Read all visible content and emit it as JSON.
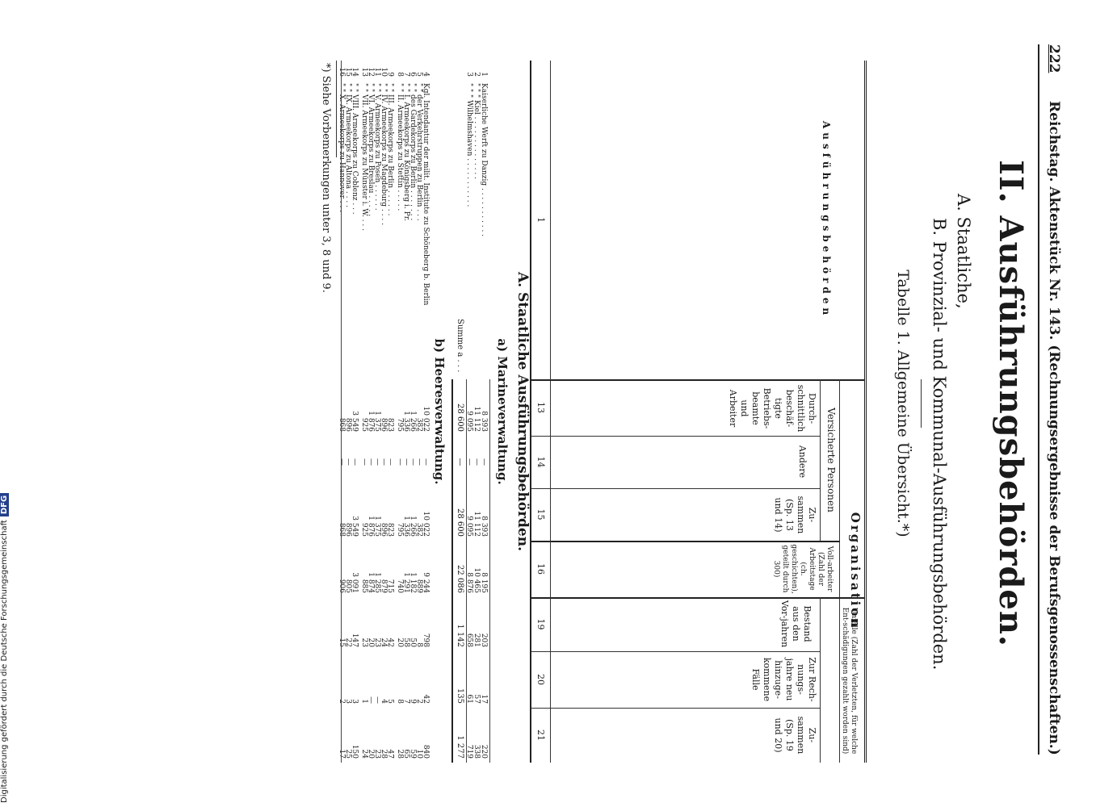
{
  "page_number": "222",
  "running_head": "Reichstag. Aktenstück Nr. 143. (Rechnungsergebnisse der Berufsgenossenschaften.)",
  "section_title": "II. Ausführungsbehörden.",
  "subsection_a": "A. Staatliche,",
  "subsection_b": "B. Provinzial- und Kommunal-Ausführungsbehörden.",
  "table_title": "Tabelle 1. Allgemeine Übersicht.*)",
  "header": {
    "first_col": "Ausführungsbehörden",
    "organisation": "Organisation",
    "versicherte": "Versicherte Personen",
    "col13": "Durch-schnittlich beschäf-tigte Betriebs-beamte und Arbeiter",
    "col14": "Andere",
    "col15": "Zu-sammen (Sp. 13 und 14)",
    "col16": "Voll-arbeiter (Zahl der Arbeitstage (ch. geschichten), geteilt durch 300)",
    "unfaelle": "Unfälle (Zahl der Verletzten, für welche Ent-schädigungen gezahlt worden sind)",
    "col19": "Bestand aus den Vor-jahren",
    "col20": "Zur Rech-nungs-jahre neu hinzuge-kommene Fälle",
    "col21": "Zu-sammen (Sp. 19 und 20)",
    "numbers": [
      "1",
      "13",
      "14",
      "15",
      "16",
      "19",
      "20",
      "21"
    ]
  },
  "group_a_title": "A. Staatliche Ausführungsbehörden.",
  "subgroup_a_title": "a) Marineverwaltung.",
  "subgroup_b_title": "b) Heeresverwaltung.",
  "marine_rows": [
    {
      "nr": "1",
      "name": "Kaiserliche Werft zu Danzig . . . . . . . . . . .",
      "c13": "8 393",
      "c14": "—",
      "c15": "8 393",
      "c16": "8 195",
      "c19": "203",
      "c20": "17",
      "c21": "220"
    },
    {
      "nr": "2",
      "name": "\" \" \" Kiel . . . . . . . . . . . . . .",
      "c13": "11 112",
      "c14": "—",
      "c15": "11 112",
      "c16": "10 465",
      "c19": "281",
      "c20": "57",
      "c21": "338"
    },
    {
      "nr": "3",
      "name": "\" \" \" Wilhelmshaven . . . . . . . . . . .",
      "c13": "9 095",
      "c14": "—",
      "c15": "9 095",
      "c16": "8 876",
      "c19": "658",
      "c20": "61",
      "c21": "719"
    }
  ],
  "marine_sum": {
    "label": "Summe a . . .",
    "c13": "28 600",
    "c14": "—",
    "c15": "28 600",
    "c16": "22 086",
    "c19": "1 142",
    "c20": "135",
    "c21": "1 277"
  },
  "heer_rows": [
    {
      "nr": "4",
      "name": "Kgl. Intendantur der milit. Institute zu Schöneberg b. Berlin",
      "c13": "10 022",
      "c14": "—",
      "c15": "10 022",
      "c16": "9 244",
      "c19": "798",
      "c20": "42",
      "c21": "840"
    },
    {
      "nr": "5",
      "name": "\" \" der Verkehrstruppen zu Berlin . . .",
      "c13": "382",
      "c14": "—",
      "c15": "382",
      "c16": "889",
      "c19": "8",
      "c20": "2",
      "c21": "10"
    },
    {
      "nr": "6",
      "name": "\" \" des Gardekorps zu Berlin . . . . . . .",
      "c13": "1 266",
      "c14": "—",
      "c15": "1 266",
      "c16": "1 182",
      "c19": "50",
      "c20": "9",
      "c21": "59"
    },
    {
      "nr": "7",
      "name": "\" \" I. Armeekorps zu Königsberg i. Pr.",
      "c13": "1 336",
      "c14": "—",
      "c15": "1 336",
      "c16": "1 291",
      "c19": "58",
      "c20": "7",
      "c21": "65"
    },
    {
      "nr": "8",
      "name": "\" \" II. Armeekorps zu Stettin . . . . .",
      "c13": "795",
      "c14": "—",
      "c15": "795",
      "c16": "740",
      "c19": "20",
      "c20": "8",
      "c21": "28"
    },
    {
      "nr": "9",
      "name": "\" \" III. Armeekorps zu Berlin . . . . . .",
      "c13": "823",
      "c14": "—",
      "c15": "823",
      "c16": "715",
      "c19": "42",
      "c20": "5",
      "c21": "47"
    },
    {
      "nr": "10",
      "name": "\" \" IV. Armeekorps zu Magdeburg . . . .",
      "c13": "896",
      "c14": "—",
      "c15": "896",
      "c16": "879",
      "c19": "24",
      "c20": "4",
      "c21": "28"
    },
    {
      "nr": "11",
      "name": "\" \" V. Armeekorps zu Posen . . . . . .",
      "c13": "1 375",
      "c14": "—",
      "c15": "1 375",
      "c16": "1 285",
      "c19": "23",
      "c20": "—",
      "c21": "23"
    },
    {
      "nr": "12",
      "name": "\" \" VI. Armeekorps zu Breslau . . . . .",
      "c13": "1 876",
      "c14": "—",
      "c15": "1 876",
      "c16": "1 874",
      "c19": "20",
      "c20": "—",
      "c21": "20"
    },
    {
      "nr": "13",
      "name": "\" \" VII. Armeekorps zu Münster i. W. . . .",
      "c13": "925",
      "c14": "—",
      "c15": "925",
      "c16": "885",
      "c19": "23",
      "c20": "1",
      "c21": "24"
    },
    {
      "nr": "14",
      "name": "\" \" VIII. Armeekorps zu Coblenz . . .",
      "c13": "3 549",
      "c14": "—",
      "c15": "3 549",
      "c16": "3 091",
      "c19": "147",
      "c20": "3",
      "c21": "150"
    },
    {
      "nr": "15",
      "name": "\" \" IX. Armeekorps zu Altona . . . .",
      "c13": "896",
      "c14": "—",
      "c15": "896",
      "c16": "805",
      "c19": "22",
      "c20": "3",
      "c21": "25"
    },
    {
      "nr": "16",
      "name": "\" \" X. Armeekorps zu Hannover . . .",
      "c13": "868",
      "c14": "—",
      "c15": "868",
      "c16": "906",
      "c19": "15",
      "c20": "2",
      "c21": "17"
    }
  ],
  "footnote": "*) Siehe Vorbemerkungen unter 3, 8 und 9.",
  "credit": "Digitalisierung gefördert durch die Deutsche Forschungsgemeinschaft",
  "credit_logo": "DFG"
}
